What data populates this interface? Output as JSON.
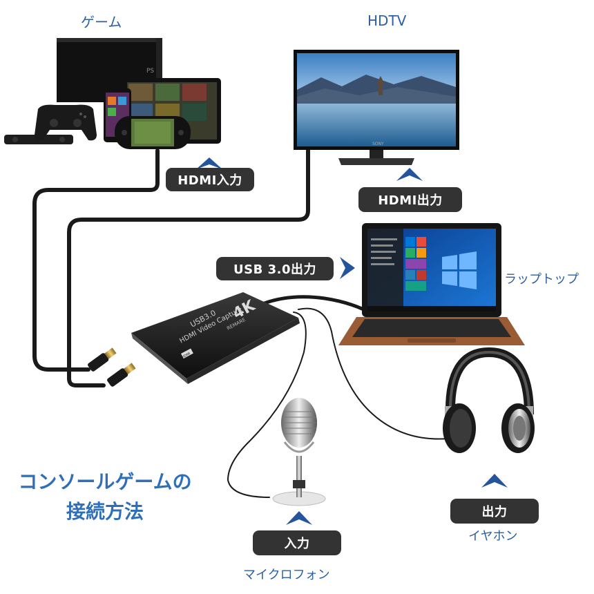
{
  "labels": {
    "game": "ゲーム",
    "hdtv": "HDTV",
    "laptop": "ラップトップ",
    "microphone": "マイクロフォン",
    "earphone": "イヤホン"
  },
  "tags": {
    "hdmi_in": "HDMI入力",
    "hdmi_out": "HDMI出力",
    "usb_out": "USB 3.0出力",
    "audio_in": "入力",
    "audio_out": "出力"
  },
  "title": {
    "line1": "コンソールゲームの",
    "line2": "接続方法"
  },
  "device": {
    "brand_mark": "4K",
    "brand_name": "REMARE",
    "model": "USB3.0",
    "product": "HDMI Video Capture",
    "port_badge": "HDMI"
  },
  "tv_brand": "SONY",
  "colors": {
    "accent": "#2d5fa3",
    "title": "#2f6fb8",
    "tag_bg": "#333333",
    "arrow": "#24549c"
  }
}
